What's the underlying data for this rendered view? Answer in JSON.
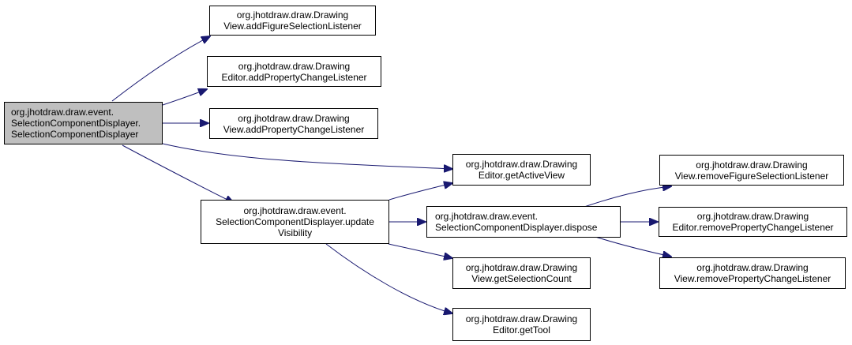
{
  "colors": {
    "edge": "#191970",
    "root_fill": "#bfbfbf",
    "node_fill": "#ffffff",
    "border": "#000000"
  },
  "nodes": {
    "root": {
      "lines": [
        "org.jhotdraw.draw.event.",
        "SelectionComponentDisplayer.",
        "SelectionComponentDisplayer"
      ]
    },
    "addFigureSelectionListener": {
      "lines": [
        "org.jhotdraw.draw.Drawing",
        "View.addFigureSelectionListener"
      ]
    },
    "editorAddPropertyChangeListener": {
      "lines": [
        "org.jhotdraw.draw.Drawing",
        "Editor.addPropertyChangeListener"
      ]
    },
    "viewAddPropertyChangeListener": {
      "lines": [
        "org.jhotdraw.draw.Drawing",
        "View.addPropertyChangeListener"
      ]
    },
    "getActiveView": {
      "lines": [
        "org.jhotdraw.draw.Drawing",
        "Editor.getActiveView"
      ]
    },
    "updateVisibility": {
      "lines": [
        "org.jhotdraw.draw.event.",
        "SelectionComponentDisplayer.update",
        "Visibility"
      ]
    },
    "dispose": {
      "lines": [
        "org.jhotdraw.draw.event.",
        "SelectionComponentDisplayer.dispose"
      ]
    },
    "getSelectionCount": {
      "lines": [
        "org.jhotdraw.draw.Drawing",
        "View.getSelectionCount"
      ]
    },
    "getTool": {
      "lines": [
        "org.jhotdraw.draw.Drawing",
        "Editor.getTool"
      ]
    },
    "removeFigureSelectionListener": {
      "lines": [
        "org.jhotdraw.draw.Drawing",
        "View.removeFigureSelectionListener"
      ]
    },
    "editorRemovePropertyChangeListener": {
      "lines": [
        "org.jhotdraw.draw.Drawing",
        "Editor.removePropertyChangeListener"
      ]
    },
    "viewRemovePropertyChangeListener": {
      "lines": [
        "org.jhotdraw.draw.Drawing",
        "View.removePropertyChangeListener"
      ]
    }
  }
}
